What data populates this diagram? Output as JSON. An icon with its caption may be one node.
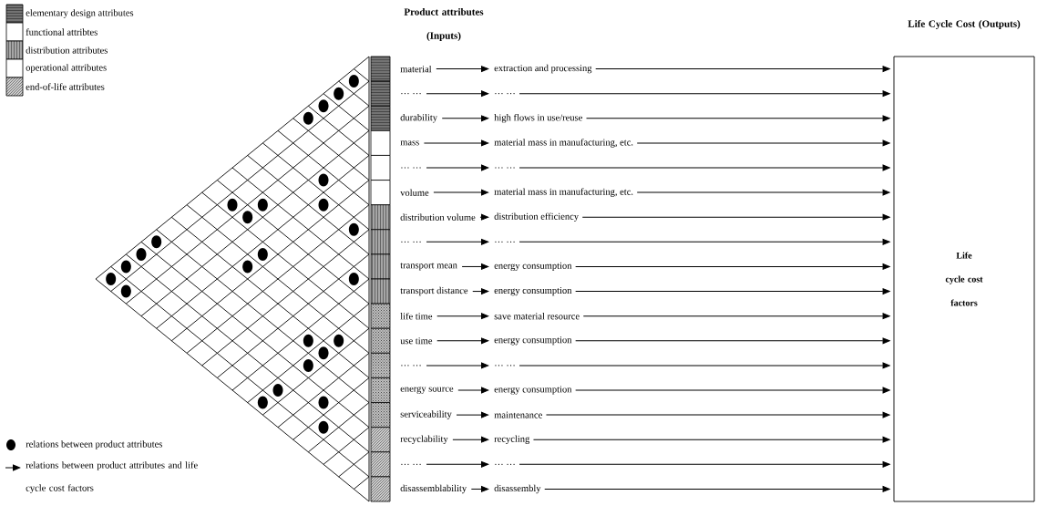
{
  "diagram": {
    "nodes": [
      {
        "text": [
          "material"
        ]
      },
      {
        "text": [
          "… …"
        ]
      },
      {
        "text": [
          "durability"
        ]
      },
      {
        "text": [
          "mass"
        ]
      },
      {
        "text": [
          "… …"
        ]
      },
      {
        "text": [
          "volume"
        ]
      },
      {
        "text": [
          "distribution volume"
        ]
      },
      {
        "text": [
          "… …"
        ]
      },
      {
        "text": [
          "transport mean"
        ]
      },
      {
        "text": [
          "transport distance"
        ]
      },
      {
        "text": [
          "life time"
        ]
      },
      {
        "text": [
          "use time"
        ]
      },
      {
        "text": [
          "… …"
        ]
      },
      {
        "text": [
          "energy source"
        ]
      },
      {
        "text": [
          "serviceability"
        ]
      },
      {
        "text": [
          "recyclability"
        ]
      },
      {
        "text": [
          "… …"
        ]
      },
      {
        "text": [
          "disassemblability"
        ]
      },
      {
        "text": [
          "extraction and processing"
        ]
      },
      {
        "text": [
          "… …"
        ]
      },
      {
        "text": [
          "high flows in use/reuse"
        ]
      },
      {
        "text": [
          "material mass in manufacturing, etc."
        ]
      },
      {
        "text": [
          "… …"
        ]
      },
      {
        "text": [
          "material mass in manufacturing, etc."
        ]
      },
      {
        "text": [
          "distribution efficiency"
        ]
      },
      {
        "text": [
          "… …"
        ]
      },
      {
        "text": [
          "energy consumption"
        ]
      },
      {
        "text": [
          "energy consumption"
        ]
      },
      {
        "text": [
          "save material resource"
        ]
      },
      {
        "text": [
          "energy consumption"
        ]
      },
      {
        "text": [
          "… …"
        ]
      },
      {
        "text": [
          "energy consumption"
        ]
      },
      {
        "text": [
          "maintenance"
        ]
      },
      {
        "text": [
          "recycling"
        ]
      },
      {
        "text": [
          "… …"
        ]
      },
      {
        "text": [
          "disassembly"
        ]
      },
      {
        "text": [
          "Life Cycle Cost (Outputs)",
          "Life cycle cost factors"
        ]
      }
    ],
    "edges": [
      {
        "from": 0,
        "to": 18,
        "arrow": "to"
      },
      {
        "from": 1,
        "to": 19,
        "arrow": "to"
      },
      {
        "from": 2,
        "to": 20,
        "arrow": "to"
      },
      {
        "from": 3,
        "to": 21,
        "arrow": "to"
      },
      {
        "from": 4,
        "to": 22,
        "arrow": "to"
      },
      {
        "from": 5,
        "to": 23,
        "arrow": "to"
      },
      {
        "from": 6,
        "to": 24,
        "arrow": "to"
      },
      {
        "from": 7,
        "to": 25,
        "arrow": "to"
      },
      {
        "from": 8,
        "to": 26,
        "arrow": "to"
      },
      {
        "from": 9,
        "to": 27,
        "arrow": "to"
      },
      {
        "from": 10,
        "to": 28,
        "arrow": "to"
      },
      {
        "from": 11,
        "to": 29,
        "arrow": "to"
      },
      {
        "from": 12,
        "to": 30,
        "arrow": "to"
      },
      {
        "from": 13,
        "to": 31,
        "arrow": "to"
      },
      {
        "from": 14,
        "to": 32,
        "arrow": "to"
      },
      {
        "from": 15,
        "to": 33,
        "arrow": "to"
      },
      {
        "from": 16,
        "to": 34,
        "arrow": "to"
      },
      {
        "from": 17,
        "to": 35,
        "arrow": "to"
      },
      {
        "from": 18,
        "to": 36,
        "arrow": "to"
      },
      {
        "from": 19,
        "to": 36,
        "arrow": "to"
      },
      {
        "from": 20,
        "to": 36,
        "arrow": "to"
      },
      {
        "from": 21,
        "to": 36,
        "arrow": "to"
      },
      {
        "from": 22,
        "to": 36,
        "arrow": "to"
      },
      {
        "from": 23,
        "to": 36,
        "arrow": "to"
      },
      {
        "from": 24,
        "to": 36,
        "arrow": "to"
      },
      {
        "from": 25,
        "to": 36,
        "arrow": "to"
      },
      {
        "from": 26,
        "to": 36,
        "arrow": "to"
      },
      {
        "from": 27,
        "to": 36,
        "arrow": "to"
      },
      {
        "from": 28,
        "to": 36,
        "arrow": "to"
      },
      {
        "from": 29,
        "to": 36,
        "arrow": "to"
      },
      {
        "from": 30,
        "to": 36,
        "arrow": "to"
      },
      {
        "from": 31,
        "to": 36,
        "arrow": "to"
      },
      {
        "from": 32,
        "to": 36,
        "arrow": "to"
      },
      {
        "from": 33,
        "to": 36,
        "arrow": "to"
      },
      {
        "from": 34,
        "to": 36,
        "arrow": "to"
      },
      {
        "from": 35,
        "to": 36,
        "arrow": "to"
      }
    ],
    "labels": [
      "Product attributes (Inputs)"
    ],
    "legend": [
      {
        "text": "elementary design attributes"
      },
      {
        "text": "functional attribtes"
      },
      {
        "text": "distribution attributes"
      },
      {
        "text": "operational attributes"
      },
      {
        "text": "end-of-life attributes"
      },
      {
        "text": "relations between product attributes"
      },
      {
        "text": "relations between product attributes and life cycle cost factors"
      }
    ]
  }
}
